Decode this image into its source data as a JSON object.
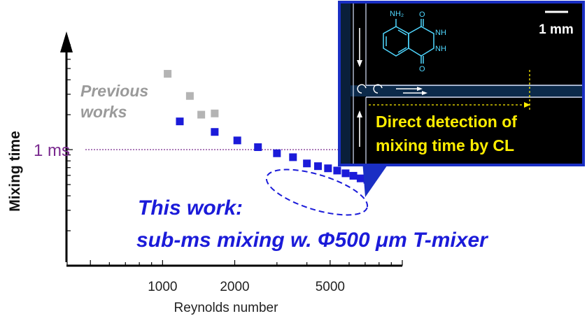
{
  "chart_data": {
    "type": "scatter",
    "xlabel": "Reynolds number",
    "ylabel": "Mixing time",
    "x_scale": "log",
    "x_ticks": [
      "1000",
      "2000",
      "5000"
    ],
    "x_tick_values": [
      1000,
      2000,
      5000
    ],
    "xlim": [
      400,
      10000
    ],
    "y_scale": "log",
    "y_ticks_labeled": false,
    "ylim": [
      0.1,
      10
    ],
    "grid": false,
    "reference_line": {
      "label": "1 ms",
      "y": 1.0,
      "color": "#7a2a8f",
      "style": "dotted"
    },
    "series": [
      {
        "name": "Previous works",
        "label_lines": [
          "Previous",
          "works"
        ],
        "color": "#b4b4b4",
        "marker": "square",
        "points": [
          {
            "x": 1050,
            "y": 4.5
          },
          {
            "x": 1300,
            "y": 2.9
          },
          {
            "x": 1450,
            "y": 2.0
          },
          {
            "x": 1650,
            "y": 2.05
          }
        ]
      },
      {
        "name": "This work",
        "label_lines": [
          "This work:",
          "sub-ms mixing w. Φ500 μm T-mixer"
        ],
        "color": "#1b1bd9",
        "marker": "square",
        "points": [
          {
            "x": 1180,
            "y": 1.75
          },
          {
            "x": 1650,
            "y": 1.42
          },
          {
            "x": 2050,
            "y": 1.2
          },
          {
            "x": 2500,
            "y": 1.05
          },
          {
            "x": 3000,
            "y": 0.93
          },
          {
            "x": 3500,
            "y": 0.86
          },
          {
            "x": 4000,
            "y": 0.76
          },
          {
            "x": 4450,
            "y": 0.72
          },
          {
            "x": 4900,
            "y": 0.69
          },
          {
            "x": 5350,
            "y": 0.66
          },
          {
            "x": 5800,
            "y": 0.625
          },
          {
            "x": 6250,
            "y": 0.595
          },
          {
            "x": 6700,
            "y": 0.565
          },
          {
            "x": 7150,
            "y": 0.55
          }
        ]
      }
    ]
  },
  "inset": {
    "caption_lines": [
      "Direct detection of",
      "mixing time by CL"
    ],
    "scale_bar": "1 mm",
    "molecule": {
      "substituent": "NH₂",
      "nh_top": "NH",
      "nh_bottom": "NH",
      "o_top": "O",
      "o_bottom": "O"
    },
    "background": "#000000",
    "caption_color": "#ffee00",
    "frame_color": "#1a2fc4"
  }
}
